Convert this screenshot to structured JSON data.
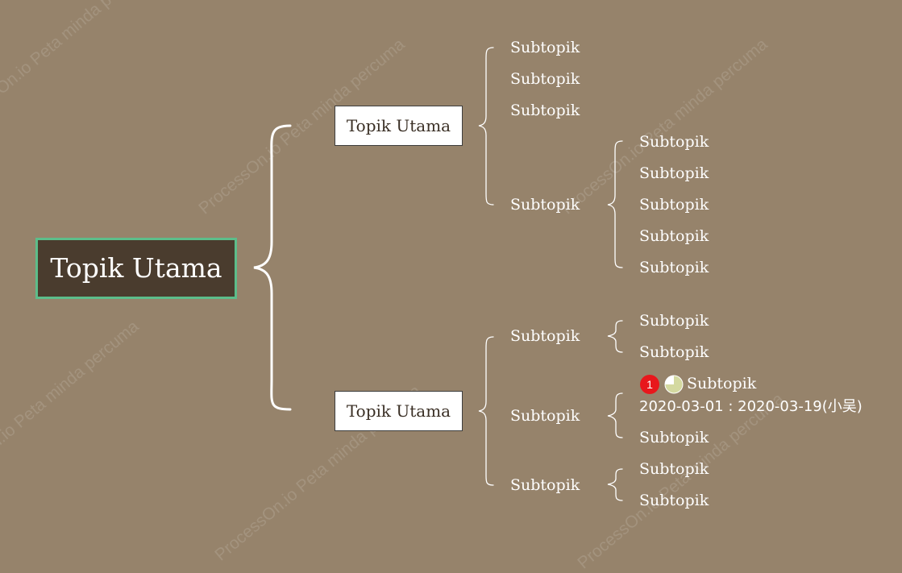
{
  "watermark": "ProcessOn.io Peta minda percuma",
  "root": {
    "label": "Topik Utama"
  },
  "branches": [
    {
      "label": "Topik Utama",
      "children": [
        {
          "label": "Subtopik"
        },
        {
          "label": "Subtopik"
        },
        {
          "label": "Subtopik"
        },
        {
          "label": "Subtopik",
          "children": [
            "Subtopik",
            "Subtopik",
            "Subtopik",
            "Subtopik",
            "Subtopik"
          ]
        }
      ]
    },
    {
      "label": "Topik Utama",
      "children": [
        {
          "label": "Subtopik",
          "children": [
            "Subtopik",
            "Subtopik"
          ]
        },
        {
          "label": "Subtopik",
          "children": [
            {
              "label": "Subtopik",
              "priority": "1",
              "progress_icon": "progress-pie-icon",
              "progress": 0.75,
              "dates": "2020-03-01 : 2020-03-19(小吴)"
            },
            "Subtopik"
          ]
        },
        {
          "label": "Subtopik",
          "children": [
            "Subtopik",
            "Subtopik"
          ]
        }
      ]
    }
  ],
  "colors": {
    "background": "#96836b",
    "root_fill": "#4a3c2e",
    "root_border": "#5cbd8a",
    "connector": "#ffffff",
    "priority": "#e8171c",
    "progress": "#d4d9a0"
  }
}
